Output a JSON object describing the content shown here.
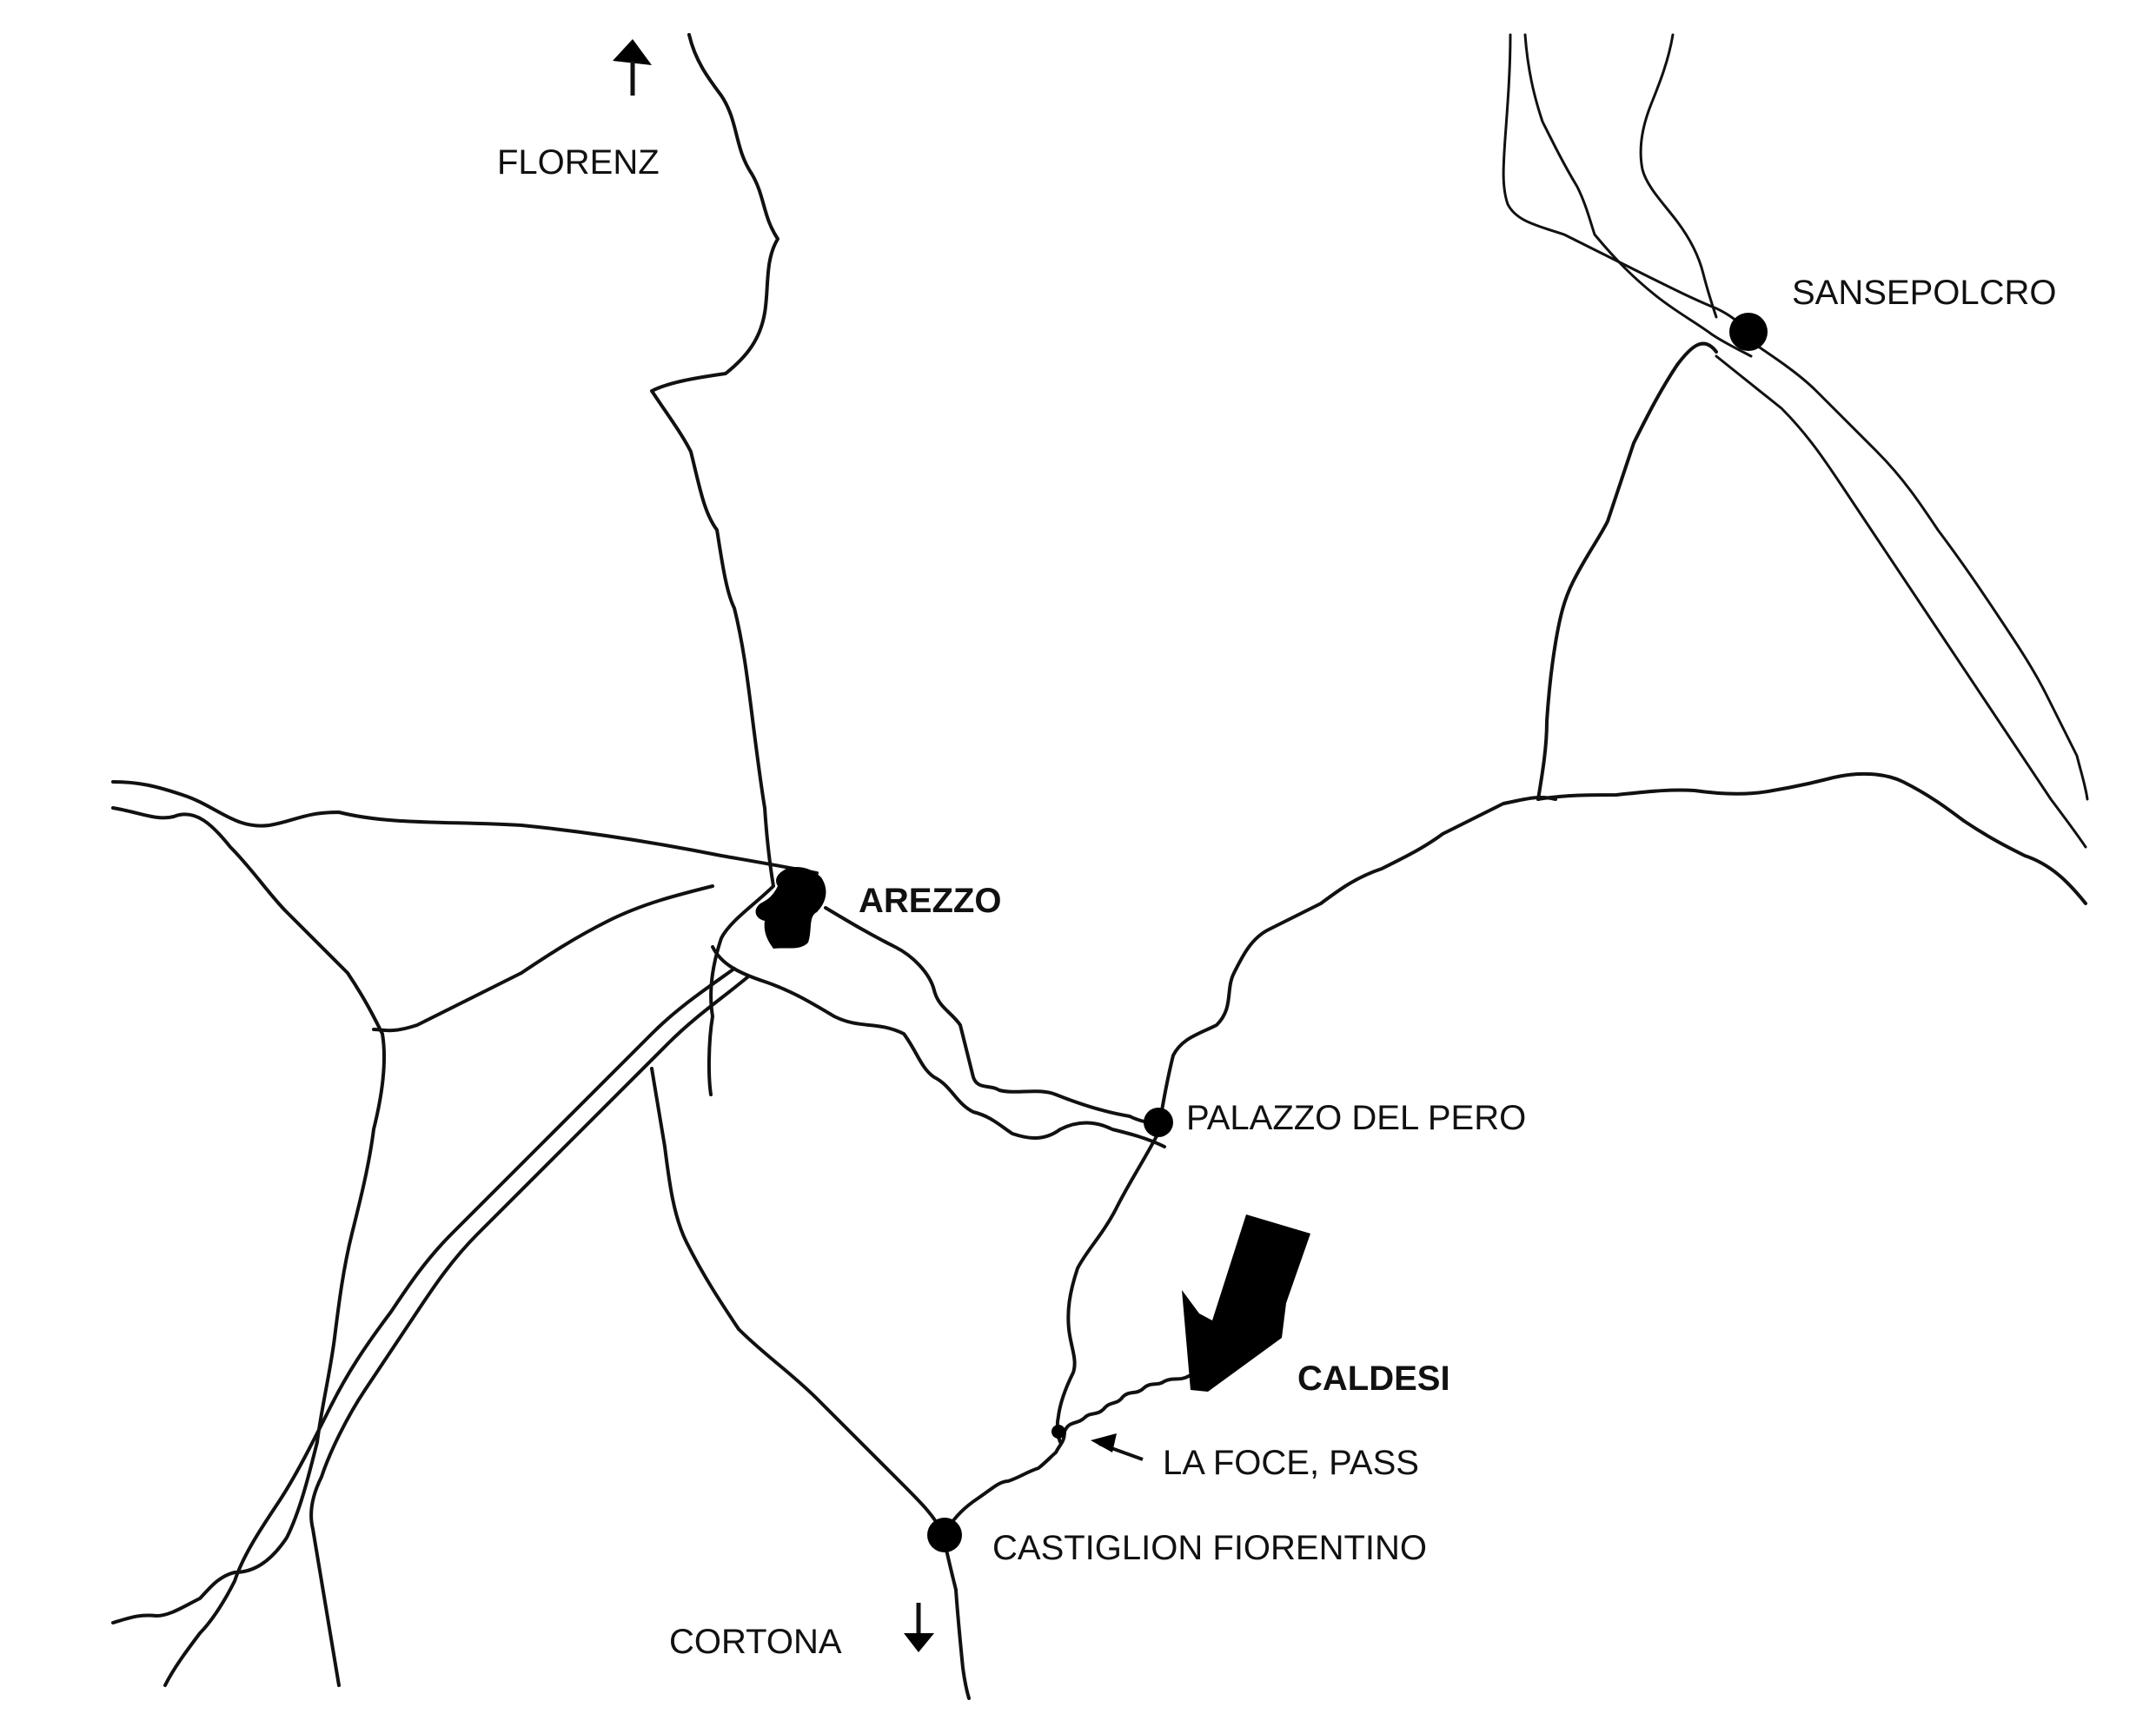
{
  "map": {
    "labels": {
      "florenz": "FLORENZ",
      "sansepolcro": "SANSEPOLCRO",
      "arezzo": "AREZZO",
      "palazzo_del_pero": "PALAZZO DEL PERO",
      "caldesi": "CALDESI",
      "la_foce_pass": "LA FOCE, PASS",
      "castiglion_fiorentino": "CASTIGLION FIORENTINO",
      "cortona": "CORTONA"
    },
    "colors": {
      "ink": "#111111",
      "paper": "#ffffff"
    },
    "icons": [
      "north-arrow-icon",
      "south-arrow-icon",
      "highlight-arrow-icon",
      "pointer-arrow-icon"
    ]
  }
}
